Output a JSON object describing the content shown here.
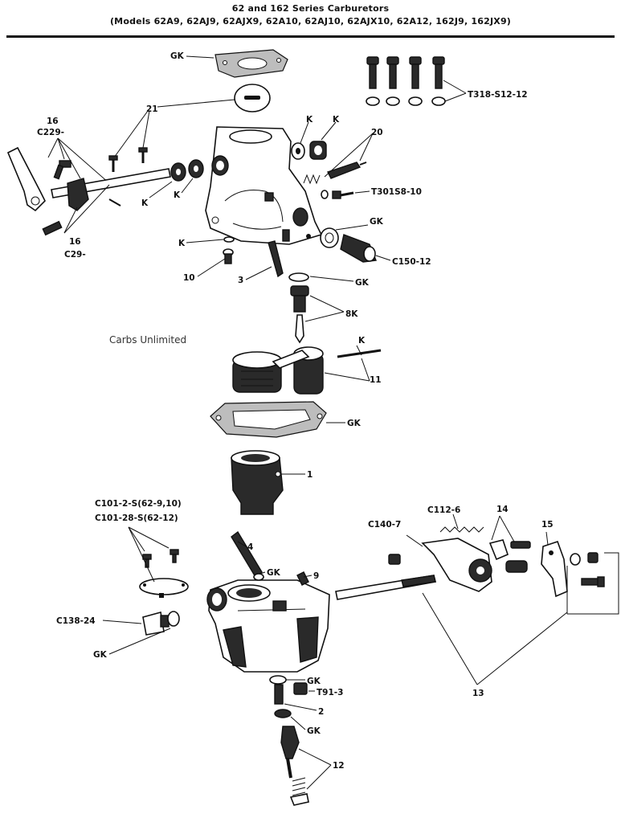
{
  "header": {
    "title": "62 and 162 Series Carburetors",
    "models": "(Models 62A9, 62AJ9, 62AJX9, 62A10, 62AJ10, 62AJX10, 62A12, 162J9, 162JX9)"
  },
  "watermark": "Carbs Unlimited",
  "labels": {
    "gk_top": "GK",
    "n21": "21",
    "t318": "T318-S12-12",
    "n16a": "16",
    "c229": "C229-",
    "k1": "K",
    "k2": "K",
    "n20": "20",
    "k3": "K",
    "k4": "K",
    "t301": "T301S8-10",
    "gk2": "GK",
    "n16b": "16",
    "c29": "C29-",
    "k5": "K",
    "c150": "C150-12",
    "n10": "10",
    "n3": "3",
    "gk3": "GK",
    "n8k": "8K",
    "k6": "K",
    "n11": "11",
    "gk4": "GK",
    "n1": "1",
    "c101a": "C101-2-S(62-9,10)",
    "c101b": "C101-28-S(62-12)",
    "c112": "C112-6",
    "n14": "14",
    "c140": "C140-7",
    "n15": "15",
    "n4": "4",
    "gk5": "GK",
    "n9": "9",
    "c138": "C138-24",
    "gk6": "GK",
    "gk7": "GK",
    "t91": "T91-3",
    "n2": "2",
    "gk8": "GK",
    "n13": "13",
    "n12": "12"
  }
}
